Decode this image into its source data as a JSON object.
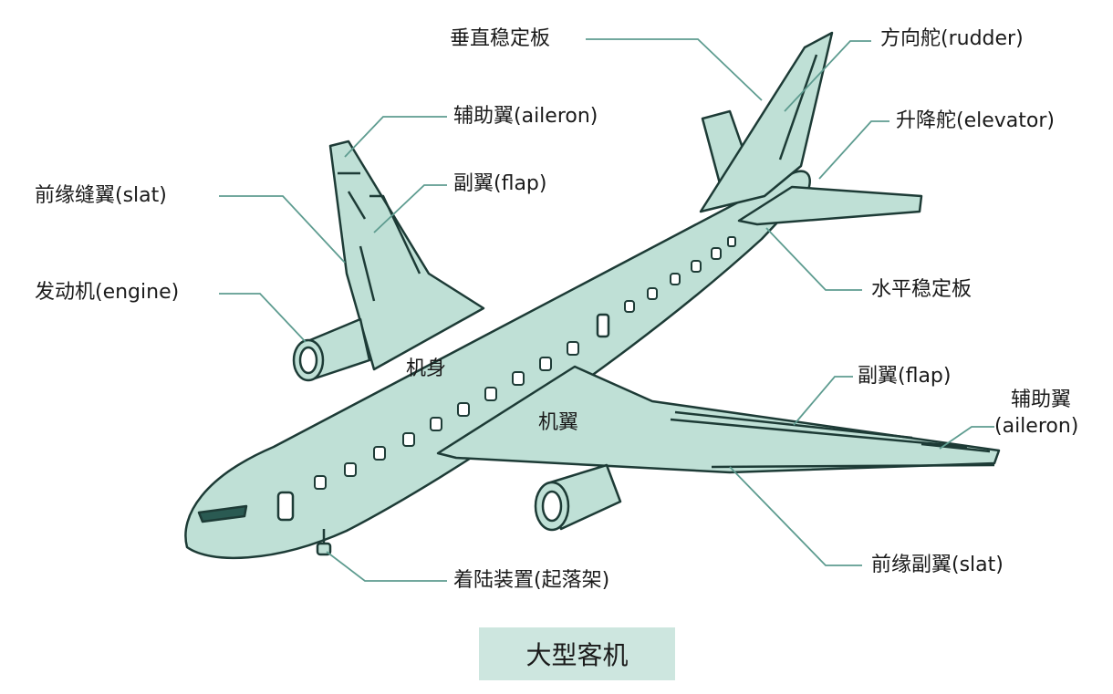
{
  "caption": "大型客机",
  "labels": {
    "vertical_stabilizer": "垂直稳定板",
    "rudder": "方向舵(rudder)",
    "aileron_far": "辅助翼(aileron)",
    "elevator": "升降舵(elevator)",
    "flap_far": "副翼(flap)",
    "slat_far": "前缘缝翼(slat)",
    "horizontal_stabilizer": "水平稳定板",
    "engine": "发动机(engine)",
    "fuselage": "机身",
    "flap_near": "副翼(flap)",
    "aileron_near_cn": "辅助翼",
    "aileron_near_en": "(aileron)",
    "wing": "机翼",
    "slat_near": "前缘副翼(slat)",
    "landing_gear": "着陆装置(起落架)"
  },
  "colors": {
    "fill": "#bfe0d6",
    "outline": "#1d3b36",
    "leader": "#5e9c90",
    "caption_bg": "#cde6df"
  }
}
